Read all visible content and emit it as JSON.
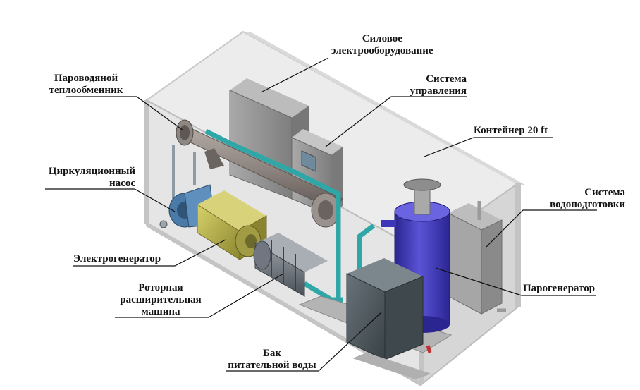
{
  "labels": {
    "power_equipment": [
      "Силовое",
      "электрооборудование"
    ],
    "control_system": [
      "Система",
      "управления"
    ],
    "heat_exchanger": [
      "Пароводяной",
      "теплообменник"
    ],
    "container": [
      "Контейнер 20 ft"
    ],
    "pump": [
      "Циркуляционный",
      "насос"
    ],
    "water_treatment": [
      "Система",
      "водоподготовки"
    ],
    "generator": [
      "Электрогенератор"
    ],
    "steam_generator": [
      "Парогенератор"
    ],
    "expander": [
      "Роторная",
      "расширительная",
      "машина"
    ],
    "feed_tank": [
      "Бак",
      "питательной воды"
    ]
  },
  "colors": {
    "container_frame": "#c9c9c9",
    "cabinet": "#9a9a9a",
    "pipe_cyan": "#2fa7a7",
    "steam_generator_blue": "#3d36b8",
    "pump_blue": "#4a7aa8",
    "generator_yellow": "#b8b24a",
    "tank_dark": "#4c5458",
    "text": "#141414"
  }
}
